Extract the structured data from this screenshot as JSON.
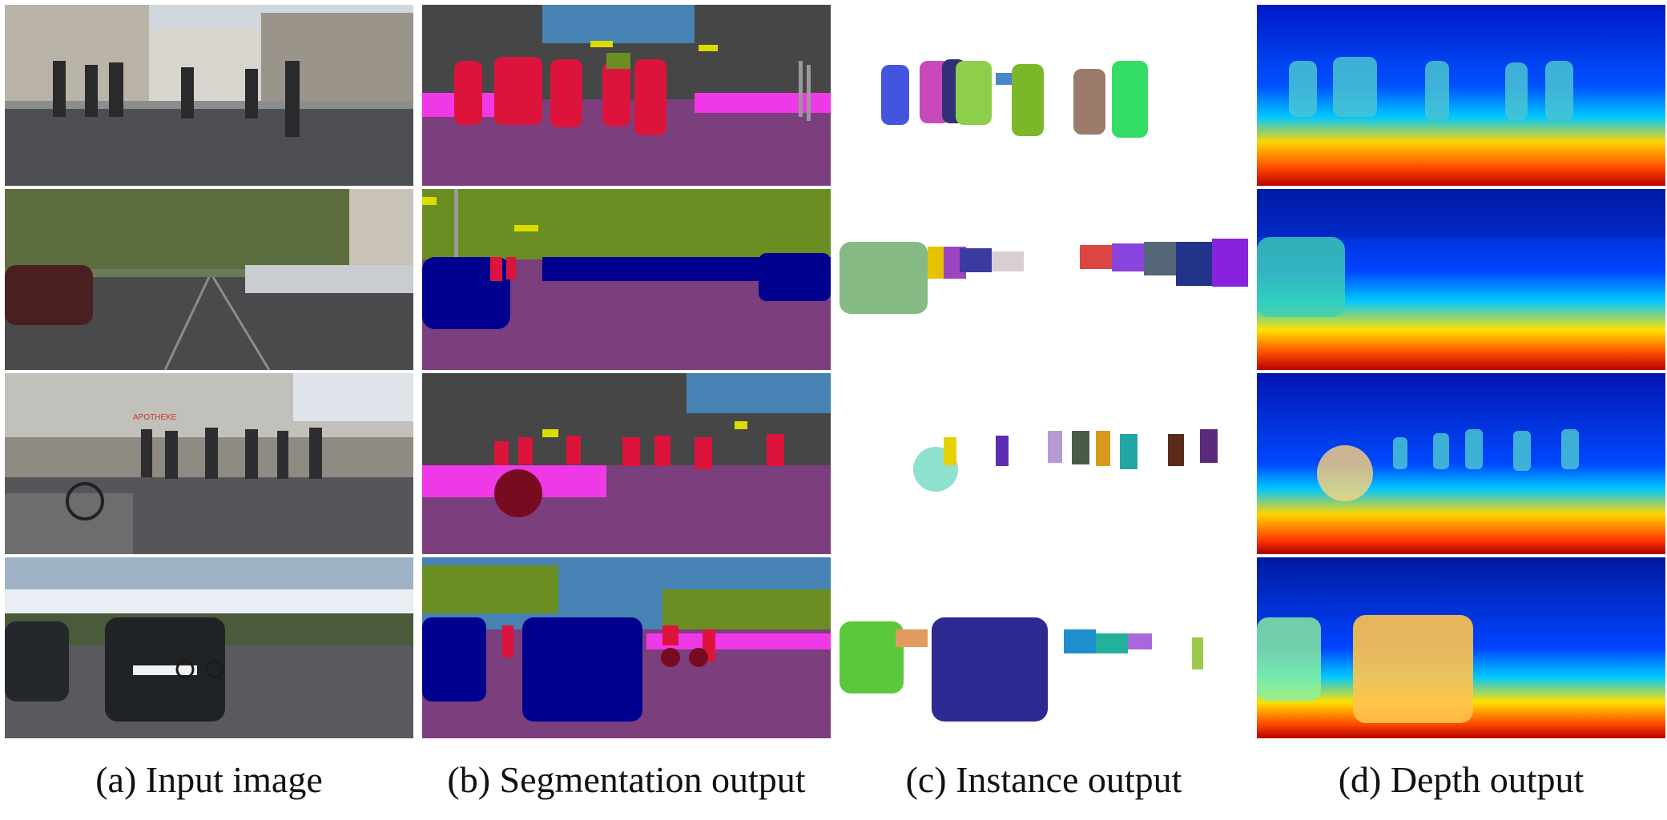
{
  "figure": {
    "columns": [
      {
        "id": "input",
        "caption": "(a) Input image"
      },
      {
        "id": "segmentation",
        "caption": "(b) Segmentation output"
      },
      {
        "id": "instance",
        "caption": "(c) Instance output"
      },
      {
        "id": "depth",
        "caption": "(d) Depth output"
      }
    ],
    "rows": 4,
    "palette": {
      "road": "#7b3f7e",
      "sidewalk": "#f039e6",
      "building": "#464646",
      "sky": "#4682b4",
      "vegetation": "#6b8e23",
      "car": "#00008e",
      "person": "#dc143c",
      "pole": "#999999",
      "traffic_sign": "#dcdc00",
      "bicycle": "#770b20"
    },
    "visible_texts": {
      "truck_banner": "APOTHEKE"
    }
  }
}
